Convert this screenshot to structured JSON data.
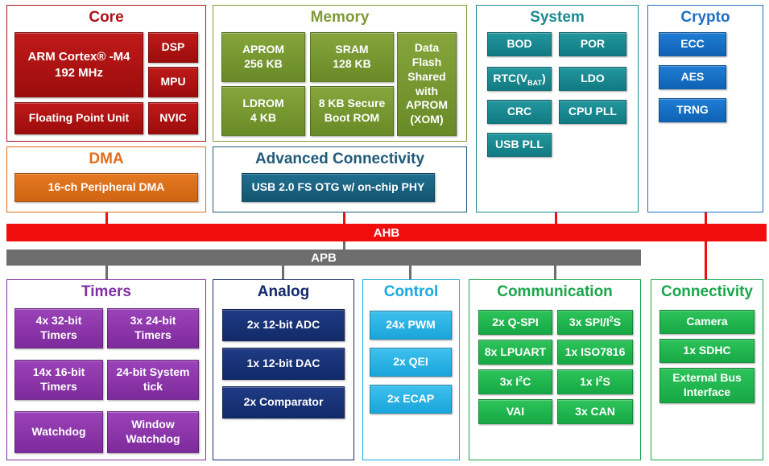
{
  "core": {
    "title": "Core",
    "cpu_line1": "ARM Cortex® -M4",
    "cpu_line2": "192 MHz",
    "dsp": "DSP",
    "mpu": "MPU",
    "nvic": "NVIC",
    "fpu": "Floating Point Unit"
  },
  "memory": {
    "title": "Memory",
    "aprom_l1": "APROM",
    "aprom_l2": "256 KB",
    "sram_l1": "SRAM",
    "sram_l2": "128 KB",
    "ldrom_l1": "LDROM",
    "ldrom_l2": "4 KB",
    "boot_l1": "8 KB Secure",
    "boot_l2": "Boot ROM",
    "dataflash": [
      "Data",
      "Flash",
      "Shared",
      "with",
      "APROM",
      "(XOM)"
    ]
  },
  "system": {
    "title": "System",
    "bod": "BOD",
    "por": "POR",
    "rtc_pre": "RTC(V",
    "rtc_sub": "BAT",
    "rtc_post": ")",
    "ldo": "LDO",
    "crc": "CRC",
    "cpupll": "CPU PLL",
    "usbpll": "USB PLL"
  },
  "crypto": {
    "title": "Crypto",
    "ecc": "ECC",
    "aes": "AES",
    "trng": "TRNG"
  },
  "dma": {
    "title": "DMA",
    "box": "16-ch Peripheral DMA"
  },
  "advconn": {
    "title": "Advanced Connectivity",
    "box": "USB 2.0 FS OTG w/ on-chip PHY"
  },
  "buses": {
    "ahb": "AHB",
    "apb": "APB"
  },
  "timers": {
    "title": "Timers",
    "t1_l1": "4x 32-bit",
    "t1_l2": "Timers",
    "t2_l1": "3x 24-bit",
    "t2_l2": "Timers",
    "t3_l1": "14x 16-bit",
    "t3_l2": "Timers",
    "t4_l1": "24-bit System",
    "t4_l2": "tick",
    "t5": "Watchdog",
    "t6_l1": "Window",
    "t6_l2": "Watchdog"
  },
  "analog": {
    "title": "Analog",
    "adc": "2x 12-bit ADC",
    "dac": "1x 12-bit DAC",
    "comp": "2x Comparator"
  },
  "control": {
    "title": "Control",
    "pwm": "24x PWM",
    "qei": "2x QEI",
    "ecap": "2x ECAP"
  },
  "communication": {
    "title": "Communication",
    "qspi": "2x Q-SPI",
    "spi_pre": "3x SPI/I",
    "spi_sup": "2",
    "spi_post": "S",
    "lpuart": "8x LPUART",
    "iso": "1x ISO7816",
    "i2c_pre": "3x I",
    "i2c_sup": "2",
    "i2c_post": "C",
    "i2s_pre": "1x I",
    "i2s_sup": "2",
    "i2s_post": "S",
    "vai": "VAI",
    "can": "3x CAN"
  },
  "connectivity": {
    "title": "Connectivity",
    "camera": "Camera",
    "sdhc": "1x SDHC",
    "ebi_l1": "External Bus",
    "ebi_l2": "Interface"
  },
  "colors": {
    "core": "#b0121a",
    "memory": "#7f9a35",
    "system": "#1a8a92",
    "crypto": "#1f6fc2",
    "dma": "#e06e1a",
    "advconn": "#215b78",
    "timers": "#7f2fa0",
    "analog": "#14286b",
    "control": "#18a9df",
    "communication": "#19a64a",
    "ahb": "#f20d0d",
    "apb": "#6e6e6e"
  }
}
